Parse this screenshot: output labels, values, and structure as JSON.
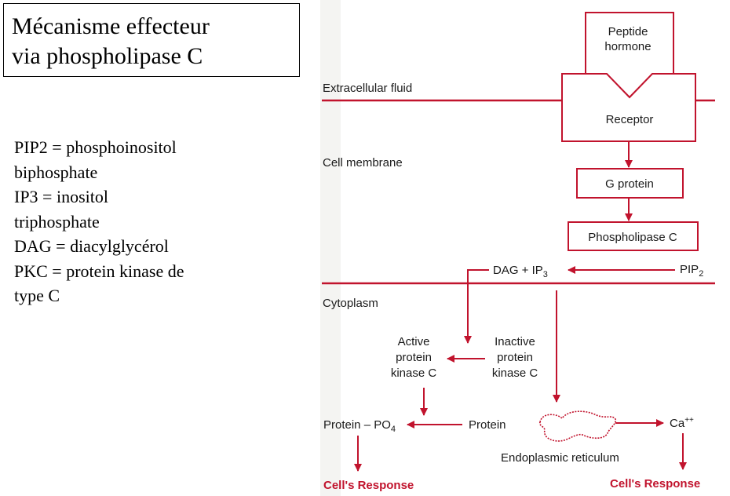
{
  "title": {
    "line1": "Mécanisme effecteur",
    "line2": "via phospholipase C"
  },
  "definitions": [
    "PIP2 = phosphoinositol",
    "biphosphate",
    "IP3 = inositol",
    "triphosphate",
    "DAG = diacylglycérol",
    "PKC = protein kinase de",
    "type C"
  ],
  "diagram": {
    "region_labels": {
      "extracellular": "Extracellular fluid",
      "membrane": "Cell membrane",
      "cytoplasm": "Cytoplasm"
    },
    "peptide_hormone": {
      "line1": "Peptide",
      "line2": "hormone"
    },
    "receptor": "Receptor",
    "g_protein": "G protein",
    "phospholipase": "Phospholipase C",
    "dag_ip3": {
      "main": "DAG + IP",
      "sub": "3"
    },
    "pip2": {
      "main": "PIP",
      "sub": "2"
    },
    "active_pkc": {
      "line1": "Active",
      "line2": "protein",
      "line3": "kinase C"
    },
    "inactive_pkc": {
      "line1": "Inactive",
      "line2": "protein",
      "line3": "kinase C"
    },
    "protein_po4": {
      "main": "Protein – PO",
      "sub": "4"
    },
    "protein": "Protein",
    "er": "Endoplasmic reticulum",
    "calcium": {
      "main": "Ca",
      "sup": "++"
    },
    "response_left": "Cell's Response",
    "response_right": "Cell's Response"
  },
  "colors": {
    "accent": "#c1132d",
    "text": "#1a1a1a"
  }
}
